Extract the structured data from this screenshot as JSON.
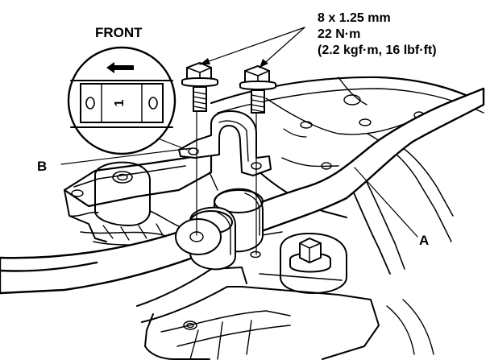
{
  "labels": {
    "front": "FRONT",
    "spec_line1": "8 x 1.25 mm",
    "spec_line2": "22 N·m",
    "spec_line3": "(2.2 kgf·m, 16 lbf·ft)",
    "callout_a": "A",
    "callout_b": "B",
    "bushing_mark": "1"
  }
}
